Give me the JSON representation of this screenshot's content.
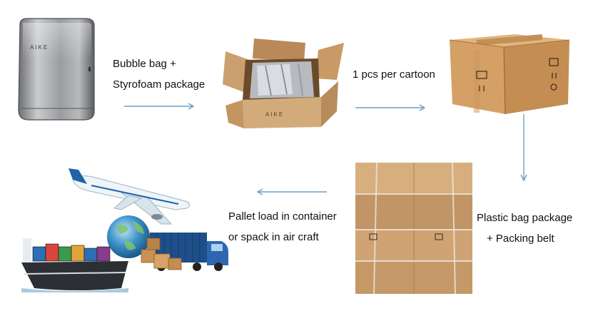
{
  "steps": [
    {
      "lines": [
        "Bubble bag +",
        "Styrofoam package"
      ]
    },
    {
      "lines": [
        "1 pcs per cartoon"
      ]
    },
    {
      "lines": [
        "Plastic bag package",
        "+  Packing belt"
      ]
    },
    {
      "lines": [
        "Pallet load in container",
        "or spack in air craft"
      ]
    }
  ],
  "product_logo": "AIKE",
  "box_logo": "AIKE",
  "arrow_color": "#6f9fc0"
}
